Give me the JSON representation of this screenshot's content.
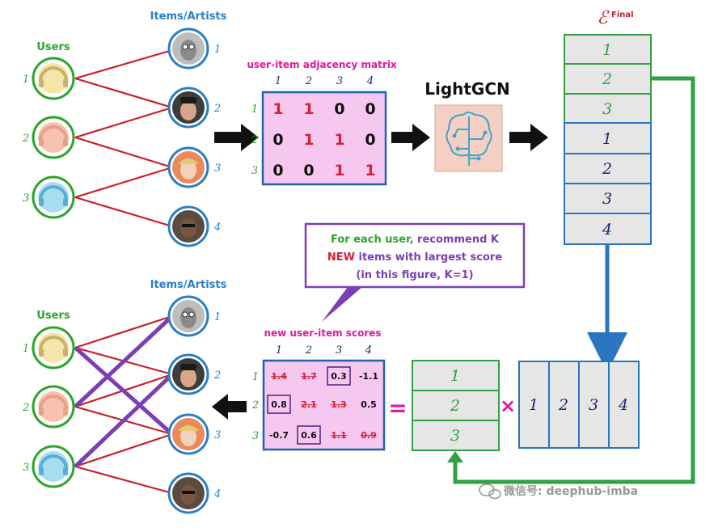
{
  "colors": {
    "user_green": "#2aa52a",
    "item_blue": "#2a7fc4",
    "edge_red": "#c8202a",
    "rec_purple": "#7a3fb5",
    "matrix_pink": "#f6c8ef",
    "matrix_border": "#1f63b0",
    "magenta_text": "#e0199b",
    "red_value": "#d4203a",
    "emb_gray": "#e6e6e6",
    "emb_green": "#32a044",
    "emb_blue": "#2a74c0",
    "lightgcn_box": "#f5cfc4",
    "wechat_gray": "#999999"
  },
  "top": {
    "items_label": "Items/Artists",
    "users_label": "Users",
    "user_ids": [
      "1",
      "2",
      "3"
    ],
    "item_ids": [
      "1",
      "2",
      "3",
      "4"
    ],
    "matrix_title": "user-item adjacency matrix",
    "col_headers": [
      "1",
      "2",
      "3",
      "4"
    ],
    "row_headers": [
      "1",
      "2",
      "3"
    ],
    "matrix": [
      [
        "1",
        "1",
        "0",
        "0"
      ],
      [
        "0",
        "1",
        "1",
        "0"
      ],
      [
        "0",
        "0",
        "1",
        "1"
      ]
    ],
    "model_label": "LightGCN"
  },
  "embedding": {
    "title_symbol": "ℰ",
    "title_sup": "Final",
    "user_rows": [
      "1",
      "2",
      "3"
    ],
    "item_rows": [
      "1",
      "2",
      "3",
      "4"
    ]
  },
  "note": {
    "line1_a": "For each user,",
    "line1_b": " recommend K",
    "line2_a": "NEW",
    "line2_b": " items with largest score",
    "line3": "(in this figure, K=1)"
  },
  "bottom": {
    "items_label": "Items/Artists",
    "users_label": "Users",
    "user_ids": [
      "1",
      "2",
      "3"
    ],
    "item_ids": [
      "1",
      "2",
      "3",
      "4"
    ],
    "scores_title": "new user-item scores",
    "col_headers": [
      "1",
      "2",
      "3",
      "4"
    ],
    "row_headers": [
      "1",
      "2",
      "3"
    ],
    "scores": [
      [
        "1.4",
        "1.7",
        "0.3",
        "-1.1"
      ],
      [
        "0.8",
        "2.1",
        "1.3",
        "0.5"
      ],
      [
        "-0.7",
        "0.6",
        "1.1",
        "0.9"
      ]
    ],
    "equals": "=",
    "times": "×",
    "user_emb": [
      "1",
      "2",
      "3"
    ],
    "item_emb": [
      "1",
      "2",
      "3",
      "4"
    ]
  },
  "watermark": "微信号: deephub-imba"
}
